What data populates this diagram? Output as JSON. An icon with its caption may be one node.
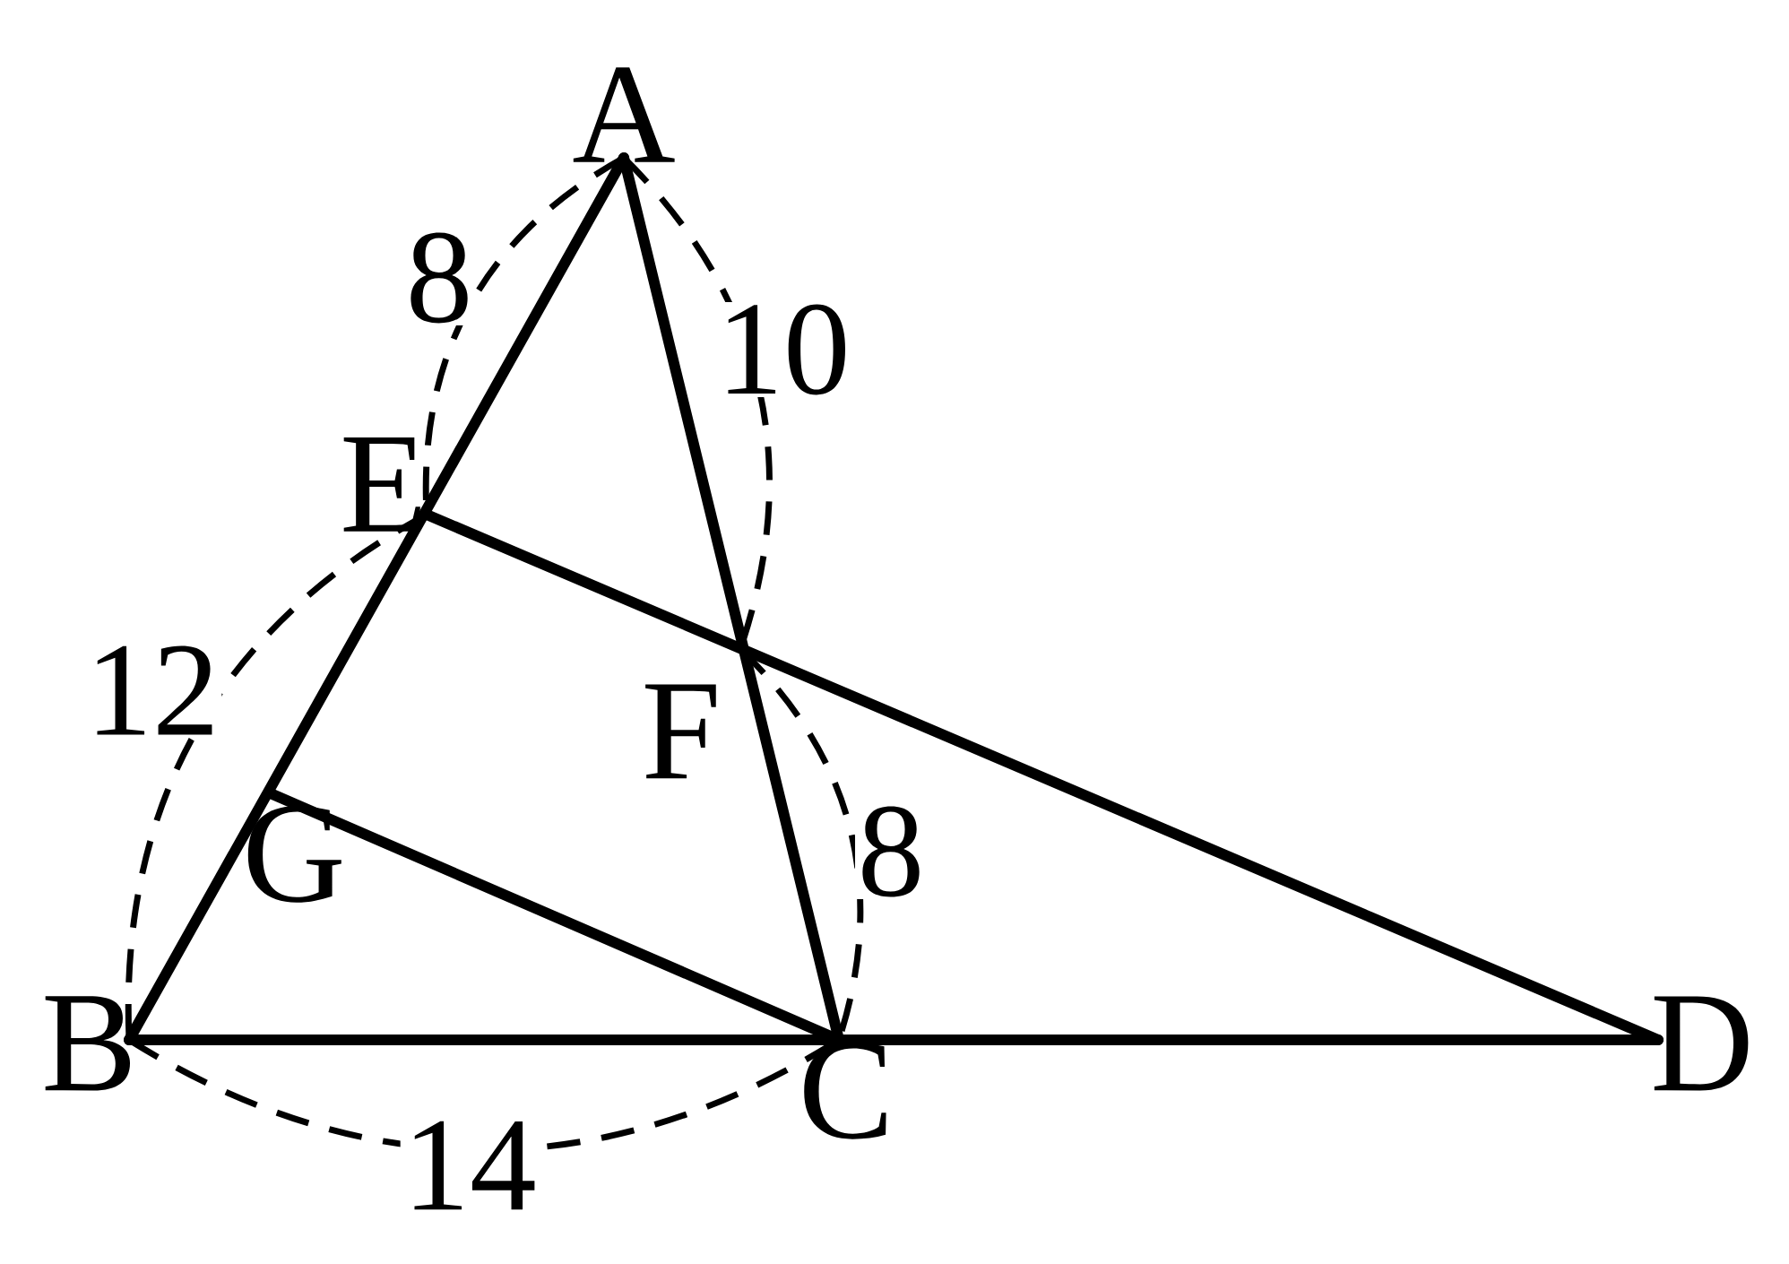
{
  "diagram": {
    "nodes": [
      {
        "text": [
          "A"
        ]
      },
      {
        "text": [
          "E"
        ]
      },
      {
        "text": [
          "F"
        ]
      },
      {
        "text": [
          "G"
        ]
      },
      {
        "text": [
          "B"
        ]
      },
      {
        "text": [
          "C"
        ]
      },
      {
        "text": [
          "D"
        ]
      }
    ],
    "edges": [
      {
        "from": 0,
        "to": 4,
        "arrow": "none"
      },
      {
        "from": 0,
        "to": 5,
        "arrow": "none"
      },
      {
        "from": 1,
        "to": 6,
        "arrow": "none"
      },
      {
        "from": 4,
        "to": 6,
        "arrow": "none"
      },
      {
        "from": 3,
        "to": 5,
        "arrow": "none"
      }
    ],
    "labels": [
      "8",
      "10",
      "12",
      "8",
      "14"
    ]
  }
}
